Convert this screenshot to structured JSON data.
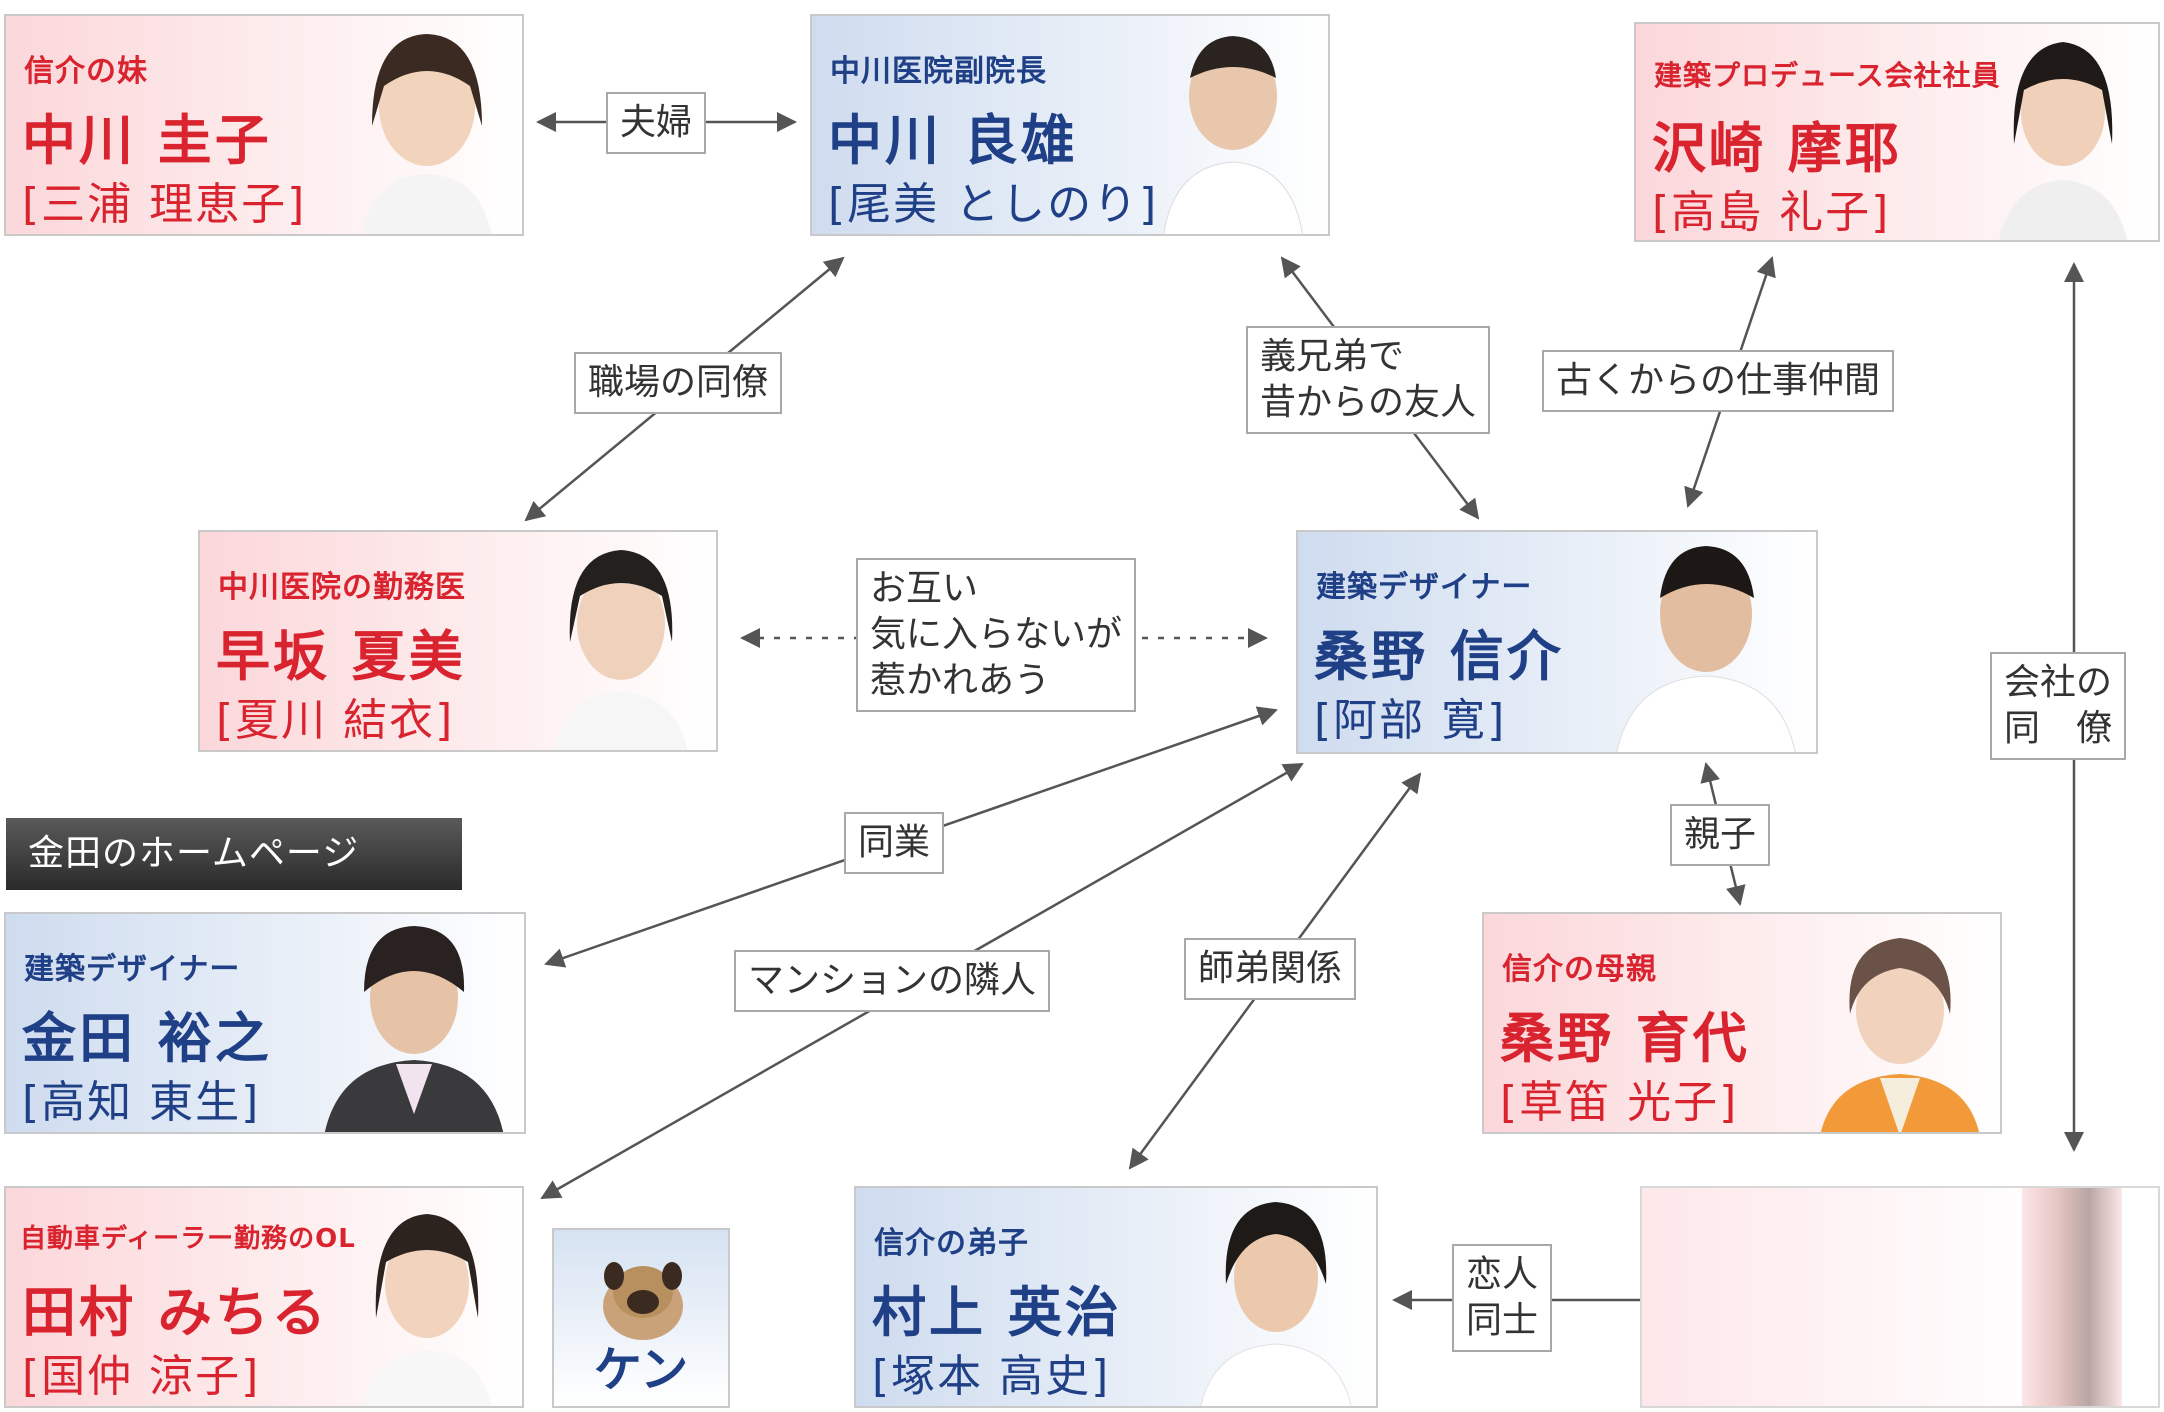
{
  "colors": {
    "female_text": "#d9232e",
    "male_text": "#1f3f86",
    "female_card": "#fbd7da",
    "male_card": "#cfdcef",
    "edge": "#555555"
  },
  "banner": {
    "text": "金田のホームページ"
  },
  "people": {
    "keiko": {
      "role": "信介の妹",
      "name": "中川 圭子",
      "actor": "[三浦 理恵子]"
    },
    "yoshio": {
      "role": "中川医院副院長",
      "name": "中川 良雄",
      "actor": "[尾美 としのり]"
    },
    "maya": {
      "role": "建築プロデュース会社社員",
      "name": "沢崎 摩耶",
      "actor": "[高島 礼子]"
    },
    "natsumi": {
      "role": "中川医院の勤務医",
      "name": "早坂 夏美",
      "actor": "[夏川 結衣]"
    },
    "shinsuke": {
      "role": "建築デザイナー",
      "name": "桑野 信介",
      "actor": "[阿部 寛]"
    },
    "kaneda": {
      "role": "建築デザイナー",
      "name": "金田 裕之",
      "actor": "[高知 東生]"
    },
    "ikuyo": {
      "role": "信介の母親",
      "name": "桑野 育代",
      "actor": "[草笛 光子]"
    },
    "michiru": {
      "role": "自動車ディーラー勤務のOL",
      "name": "田村 みちる",
      "actor": "[国仲 涼子]"
    },
    "eiji": {
      "role": "信介の弟子",
      "name": "村上 英治",
      "actor": "[塚本 高史]"
    },
    "ken": {
      "name": "ケン"
    }
  },
  "relations": {
    "fuufu": "夫婦",
    "shokuba": "職場の同僚",
    "gikyoudai": "義兄弟で\n昔からの友人",
    "shigoto": "古くからの仕事仲間",
    "otagai": "お互い\n気に入らないが\n惹かれあう",
    "kaisha": "会社の\n同　僚",
    "dougyou": "同業",
    "oyako": "親子",
    "mansion": "マンションの隣人",
    "shitei": "師弟関係",
    "koibito": "恋人\n同士"
  }
}
